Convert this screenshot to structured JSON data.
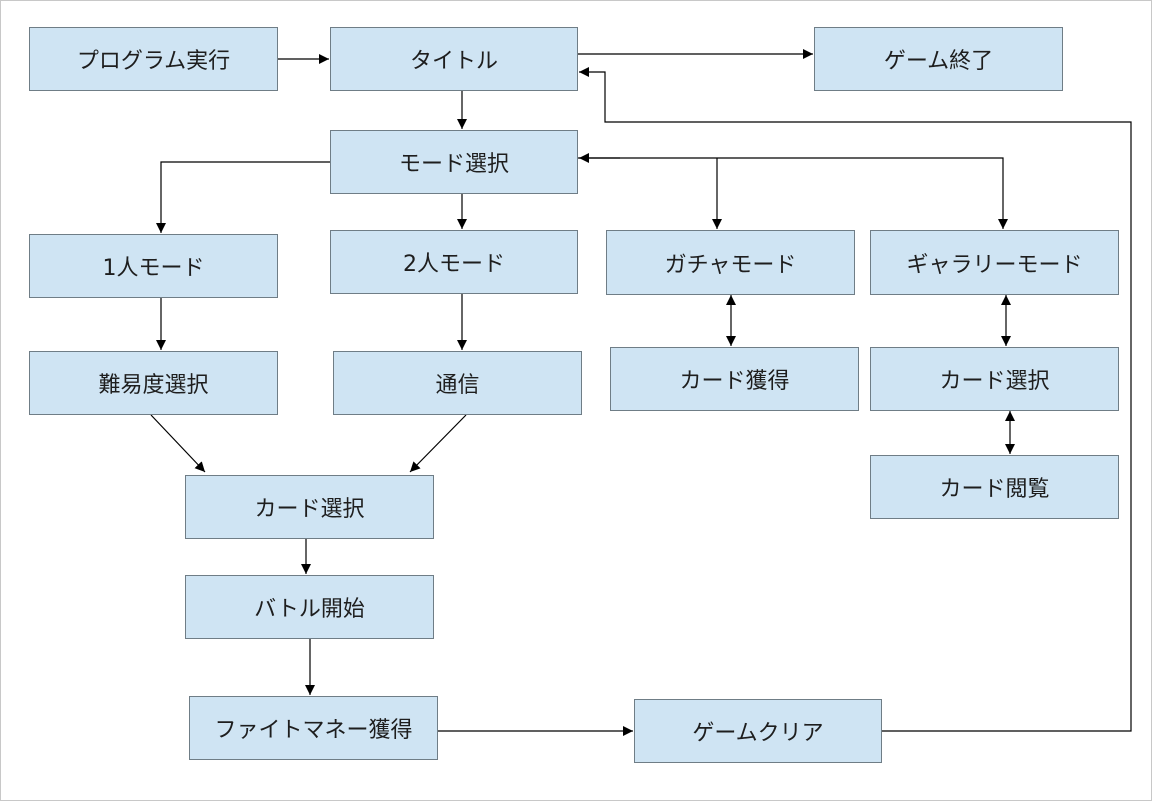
{
  "colors": {
    "node_fill": "#cfe4f3",
    "node_border": "#6f7d86",
    "edge": "#000000"
  },
  "nodes": {
    "program_run": "プログラム実行",
    "title": "タイトル",
    "game_end": "ゲーム終了",
    "mode_select": "モード選択",
    "one_player": "1人モード",
    "two_player": "2人モード",
    "gacha_mode": "ガチャモード",
    "gallery_mode": "ギャラリーモード",
    "difficulty_select": "難易度選択",
    "communication": "通信",
    "card_get": "カード獲得",
    "gallery_card_select": "カード選択",
    "card_view": "カード閲覧",
    "card_select": "カード選択",
    "battle_start": "バトル開始",
    "fight_money": "ファイトマネー獲得",
    "game_clear": "ゲームクリア"
  },
  "edges": [
    {
      "from": "program_run",
      "to": "title"
    },
    {
      "from": "title",
      "to": "game_end"
    },
    {
      "from": "title",
      "to": "mode_select"
    },
    {
      "from": "mode_select",
      "to": "one_player"
    },
    {
      "from": "mode_select",
      "to": "two_player"
    },
    {
      "from": "mode_select",
      "to": "gacha_mode"
    },
    {
      "from": "mode_select",
      "to": "gallery_mode"
    },
    {
      "from": "gacha_mode",
      "to": "mode_select"
    },
    {
      "from": "one_player",
      "to": "difficulty_select"
    },
    {
      "from": "two_player",
      "to": "communication"
    },
    {
      "from": "gacha_mode",
      "to": "card_get",
      "bidirectional": true
    },
    {
      "from": "gallery_mode",
      "to": "gallery_card_select",
      "bidirectional": true
    },
    {
      "from": "gallery_card_select",
      "to": "card_view",
      "bidirectional": true
    },
    {
      "from": "difficulty_select",
      "to": "card_select"
    },
    {
      "from": "communication",
      "to": "card_select"
    },
    {
      "from": "card_select",
      "to": "battle_start"
    },
    {
      "from": "battle_start",
      "to": "fight_money"
    },
    {
      "from": "fight_money",
      "to": "game_clear"
    },
    {
      "from": "game_clear",
      "to": "title"
    }
  ]
}
